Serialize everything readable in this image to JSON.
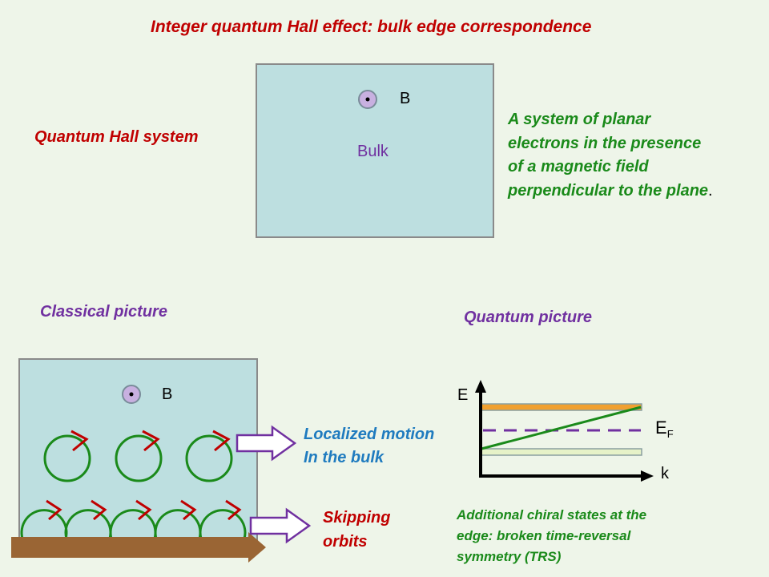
{
  "title": "Integer quantum Hall effect: bulk edge correspondence",
  "quantum_hall": {
    "label": "Quantum Hall system",
    "field_label": "B",
    "bulk_label": "Bulk"
  },
  "description": {
    "lines": [
      "A system of planar",
      "electrons in the presence",
      "of a magnetic field",
      "perpendicular to the plane"
    ],
    "end_mark": "."
  },
  "classical": {
    "label": "Classical picture",
    "field_label": "B",
    "localized_lines": [
      "Localized motion",
      "In the bulk"
    ],
    "skipping_lines": [
      "Skipping",
      "orbits"
    ]
  },
  "quantum": {
    "label": "Quantum picture",
    "axis_y_label": "E",
    "axis_x_label": "k",
    "fermi_label": "E",
    "fermi_sub": "F",
    "note_lines": [
      "Additional chiral states at the",
      "edge:  broken time-reversal",
      "symmetry (TRS)"
    ]
  },
  "colors": {
    "panel_fill": "#bddfe0",
    "panel_border": "#8a8a8a",
    "orbit": "#1a8a1a",
    "chevron": "#c00000",
    "arrow": "#7030a0",
    "edge_bar": "#9a6534",
    "band_orange": "#f0a030",
    "band_light": "#e6f2c8",
    "fermi": "#7030a0"
  }
}
